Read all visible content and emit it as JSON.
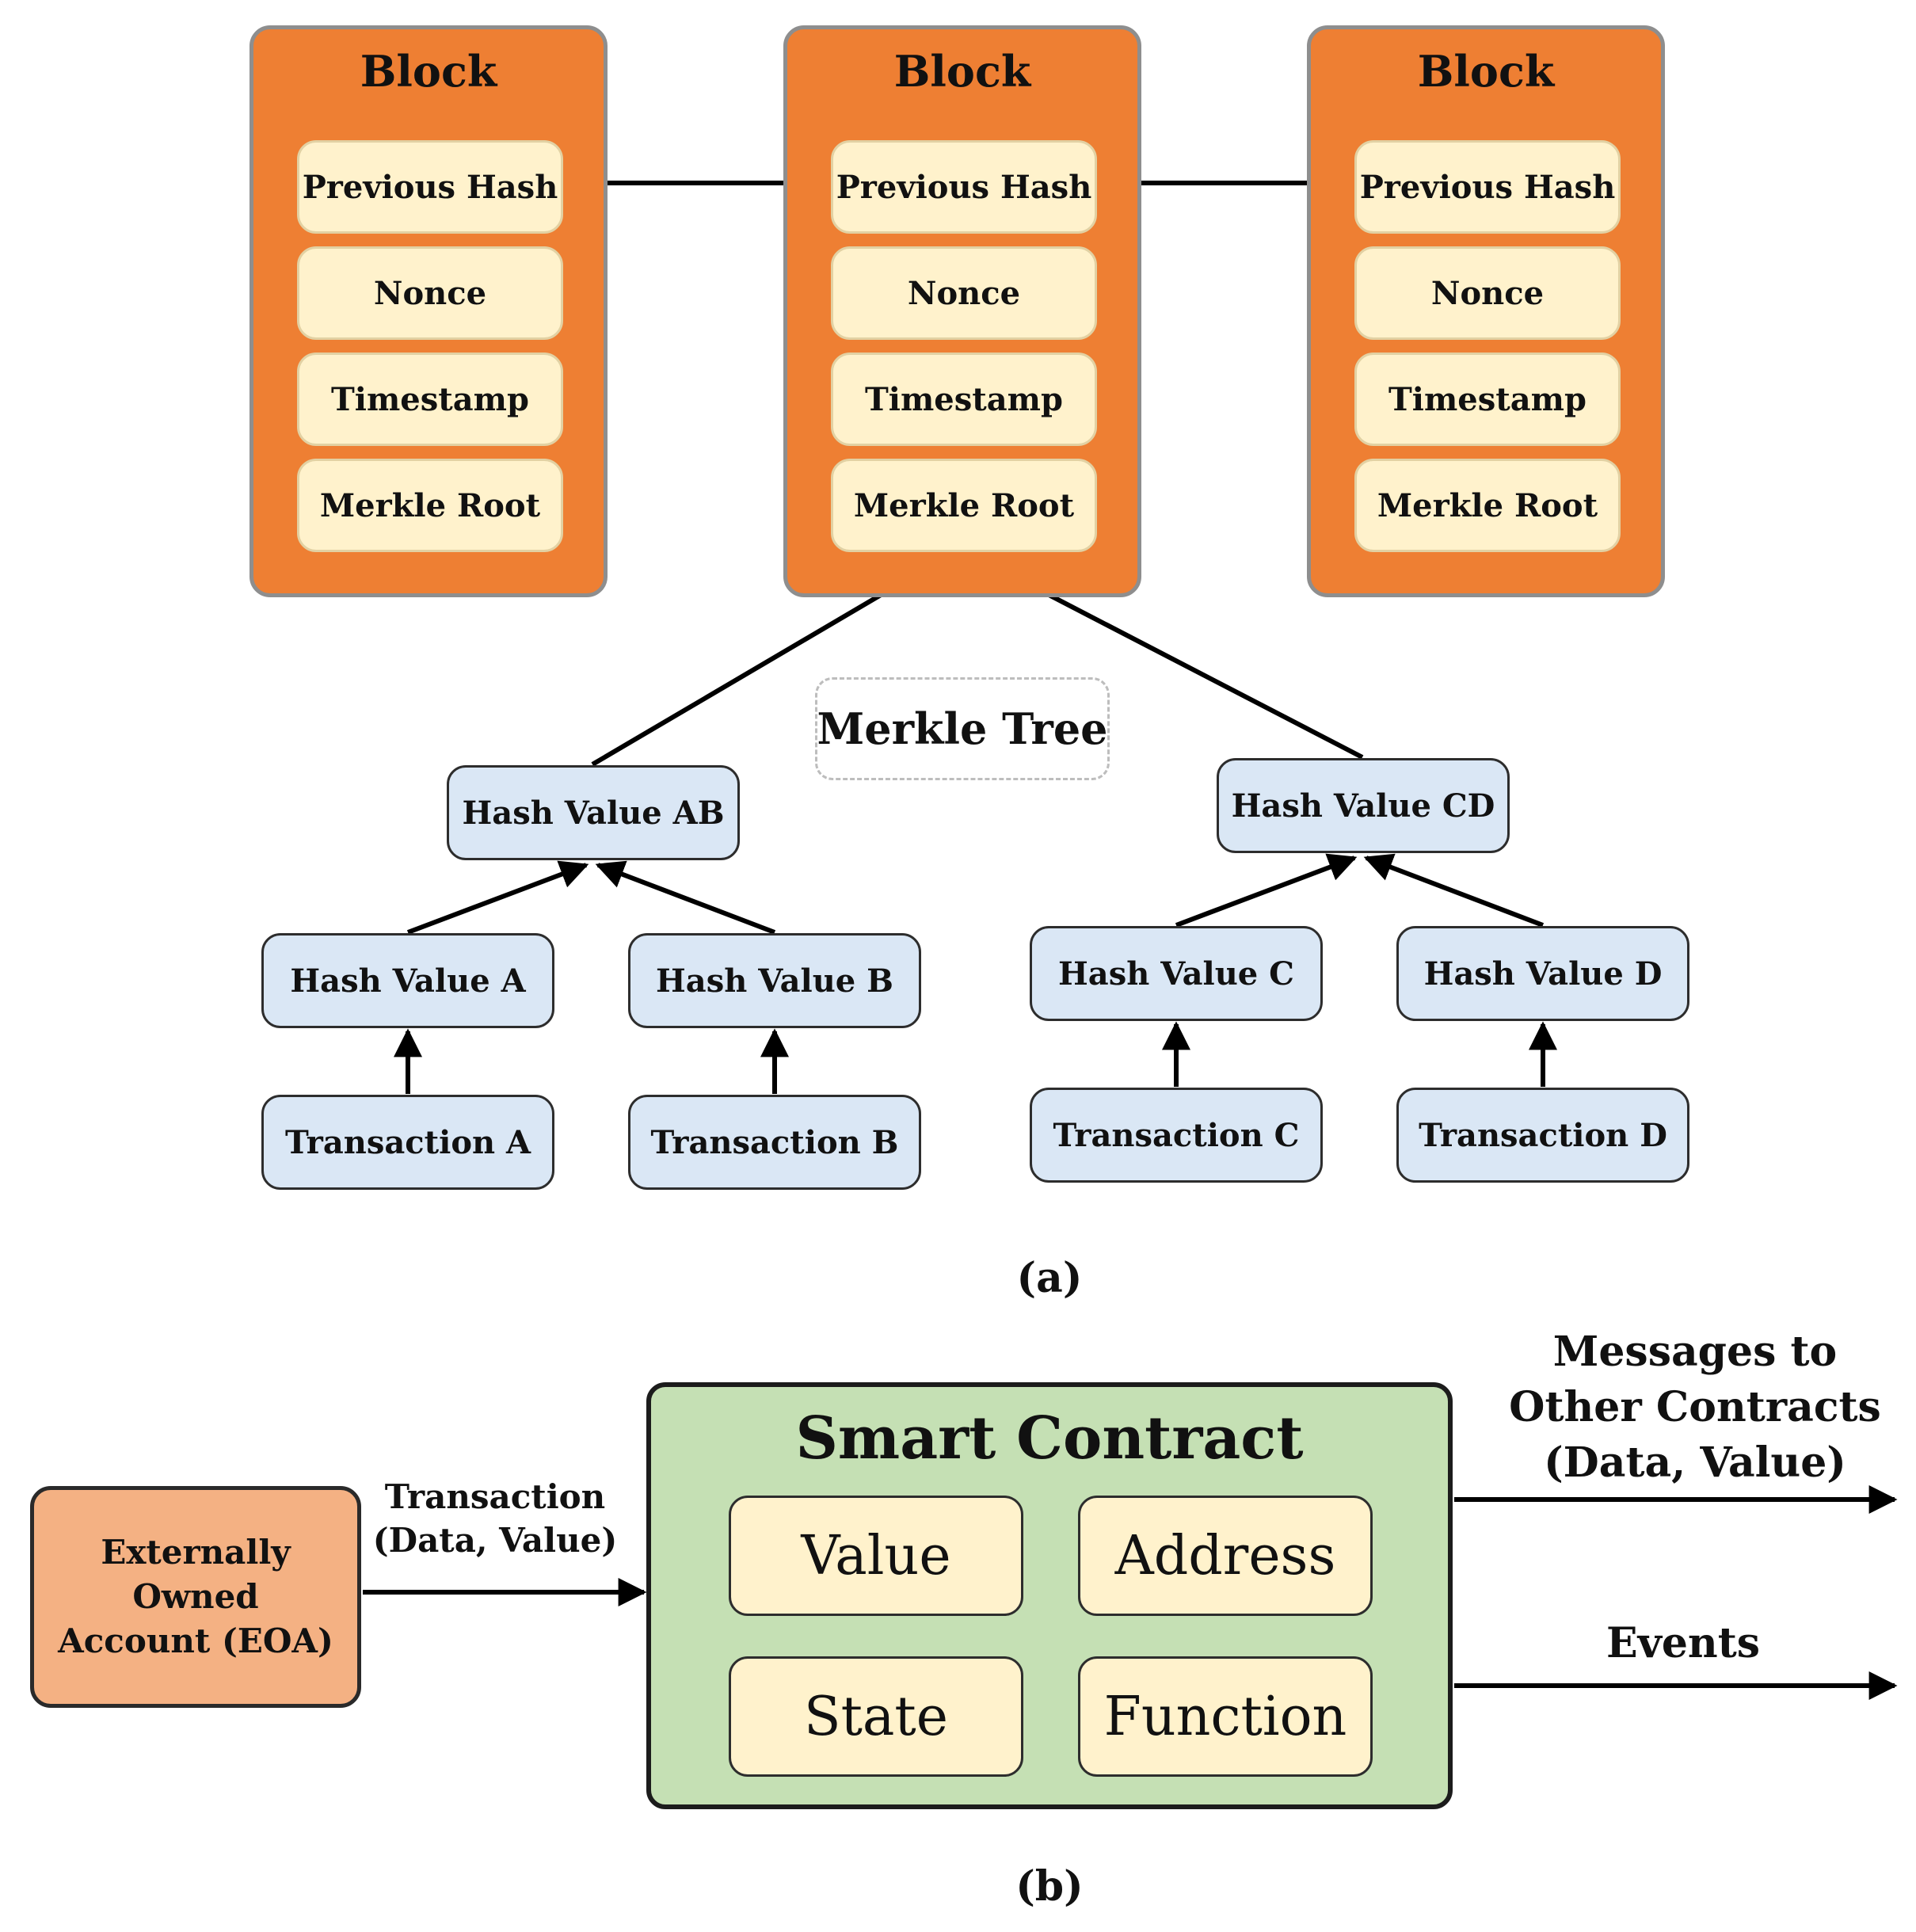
{
  "part_a": {
    "blocks": [
      {
        "title": "Block",
        "fields": [
          "Previous Hash",
          "Nonce",
          "Timestamp",
          "Merkle Root"
        ]
      },
      {
        "title": "Block",
        "fields": [
          "Previous Hash",
          "Nonce",
          "Timestamp",
          "Merkle Root"
        ]
      },
      {
        "title": "Block",
        "fields": [
          "Previous Hash",
          "Nonce",
          "Timestamp",
          "Merkle Root"
        ]
      }
    ],
    "merkle_tree_label": "Merkle Tree",
    "hash_ab": "Hash Value AB",
    "hash_cd": "Hash Value CD",
    "hash_a": "Hash Value A",
    "hash_b": "Hash Value B",
    "hash_c": "Hash Value C",
    "hash_d": "Hash Value D",
    "tx_a": "Transaction A",
    "tx_b": "Transaction B",
    "tx_c": "Transaction C",
    "tx_d": "Transaction D",
    "caption": "(a)"
  },
  "part_b": {
    "eoa_line1": "Externally Owned",
    "eoa_line2": "Account (EOA)",
    "transaction_line1": "Transaction",
    "transaction_line2": "(Data, Value)",
    "contract_title": "Smart Contract",
    "contract_fields": [
      "Value",
      "Address",
      "State",
      "Function"
    ],
    "messages_line1": "Messages to",
    "messages_line2": "Other Contracts",
    "messages_line3": "(Data, Value)",
    "events": "Events",
    "caption": "(b)"
  }
}
